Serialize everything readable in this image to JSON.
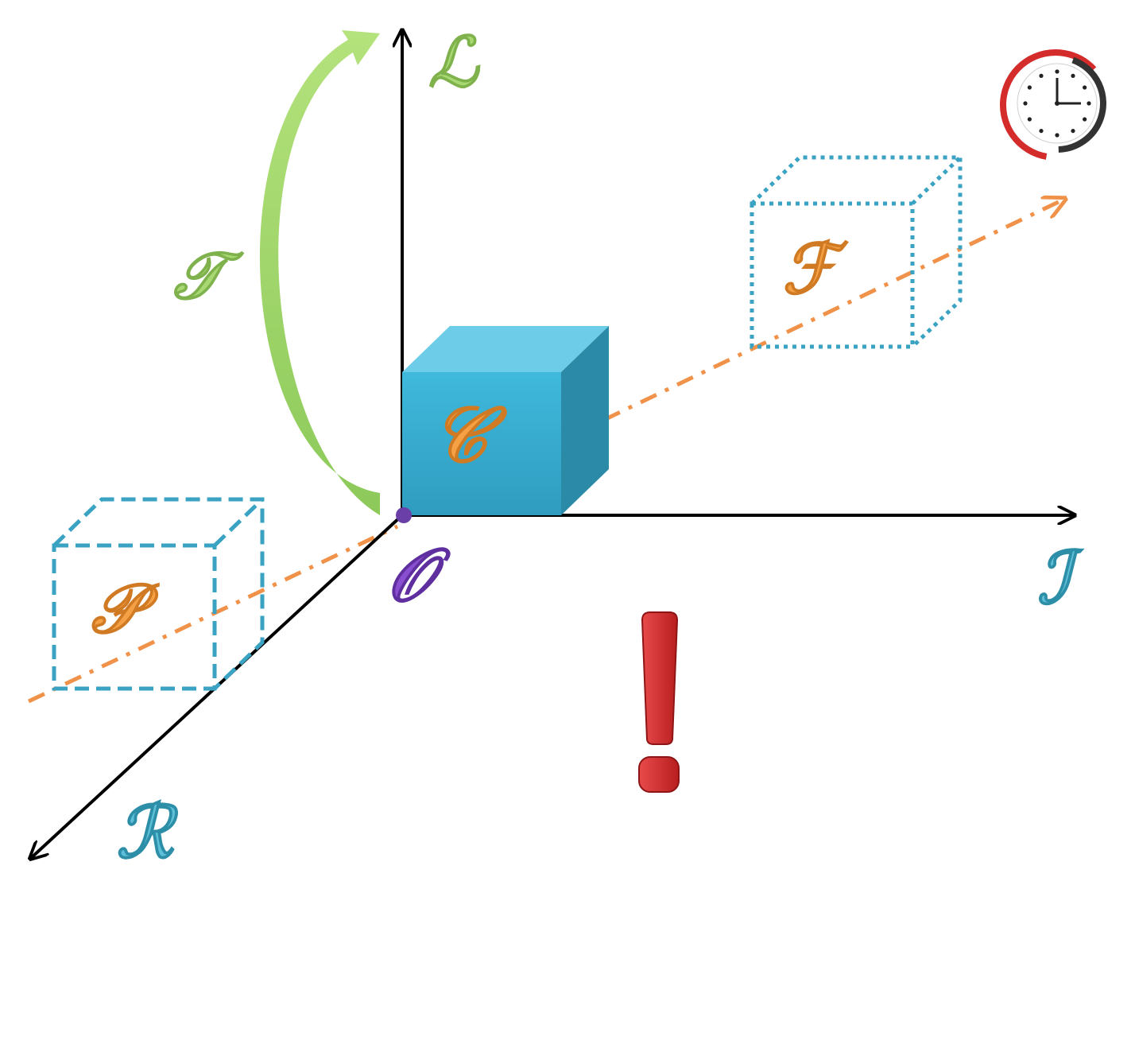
{
  "labels": {
    "axis_vertical": "ℒ",
    "axis_horizontal": "ℐ",
    "axis_depth": "ℛ",
    "origin": "𝒪",
    "rotation_arrow": "𝒯",
    "center_cube": "𝒞",
    "future_cube": "ℱ",
    "past_cube": "𝒫",
    "exclamation": "!"
  },
  "colors": {
    "axis": "#000000",
    "vertical_label": "#9fd26a",
    "rotation_arrow": "#9ccf63",
    "cube_front": "#3db4d6",
    "cube_top": "#6dcce8",
    "cube_side": "#2b8aa8",
    "cube_outline": "#3aa2c2",
    "time_line": "#f0924a",
    "cube_letter": "#f5a045",
    "origin_point": "#6a3fa8",
    "origin_label": "#8a4fd0",
    "axis_label_teal": "#3aaec8",
    "exclamation": "#d02a2a",
    "clock_ring_red": "#d42b2b",
    "clock_ring_dark": "#333333"
  },
  "icons": {
    "clock": "clock-icon",
    "exclamation": "exclamation-icon"
  }
}
